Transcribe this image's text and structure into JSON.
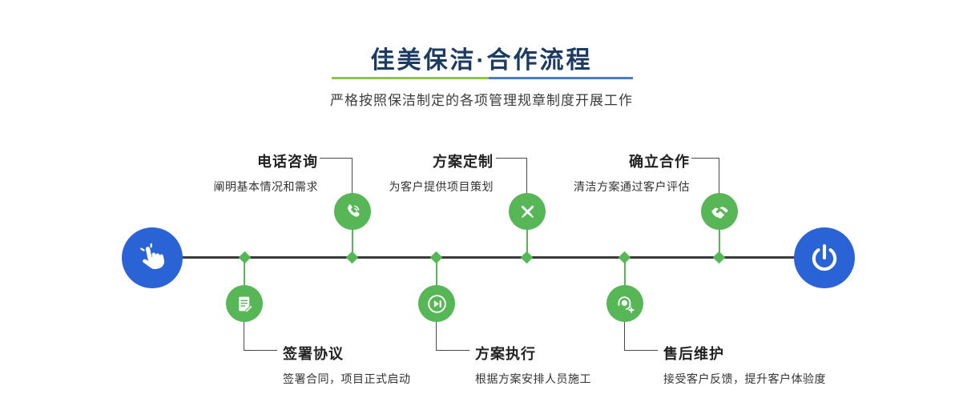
{
  "header": {
    "title": "佳美保洁·合作流程",
    "subtitle": "严格按照保洁制定的各项管理规章制度开展工作"
  },
  "palette": {
    "brand_blue": "#2a63d6",
    "brand_green": "#57b757",
    "title_navy": "#1c3b63",
    "divider_green": "#8dc63f",
    "divider_blue": "#4a7ebe",
    "timeline_dark": "#3a3a3a"
  },
  "process": {
    "start_icon": "pointing-hand-icon",
    "end_icon": "power-icon",
    "top": [
      {
        "title": "电话咨询",
        "desc": "阐明基本情况和需求",
        "icon": "phone-icon"
      },
      {
        "title": "方案定制",
        "desc": "为客户提供项目策划",
        "icon": "design-pen-icon"
      },
      {
        "title": "确立合作",
        "desc": "清洁方案通过客户评估",
        "icon": "handshake-icon"
      }
    ],
    "bottom": [
      {
        "title": "签署协议",
        "desc": "签署合同，项目正式启动",
        "icon": "contract-icon"
      },
      {
        "title": "方案执行",
        "desc": "根据方案安排人员施工",
        "icon": "play-execute-icon"
      },
      {
        "title": "售后维护",
        "desc": "接受客户反馈，提升客户体验度",
        "icon": "headset-service-icon"
      }
    ]
  }
}
